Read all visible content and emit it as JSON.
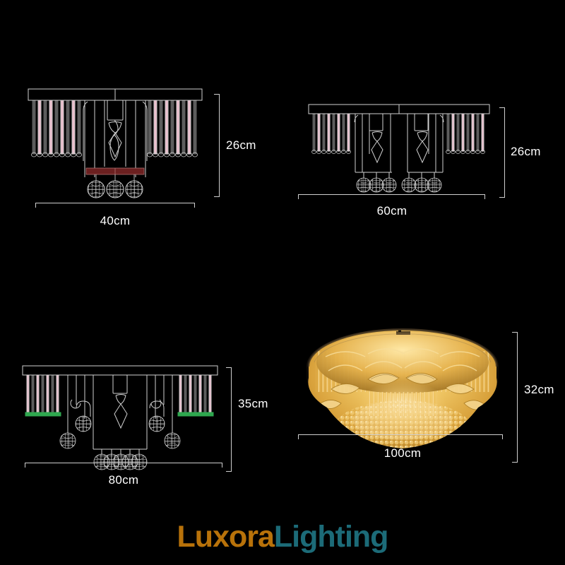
{
  "page": {
    "background_color": "#000000",
    "line_color": "#cfcfcf",
    "label_color": "#ffffff"
  },
  "variants": [
    {
      "id": "40cm",
      "width_label": "40cm",
      "height_label": "26cm",
      "render": "line-drawing",
      "bulbs": 1,
      "crystal_balls": 3,
      "rod_clusters": 2,
      "accent_bar_color": "#6b2020",
      "rod_color": "#e8b8c8"
    },
    {
      "id": "60cm",
      "width_label": "60cm",
      "height_label": "26cm",
      "render": "line-drawing",
      "bulbs": 2,
      "crystal_balls": 6,
      "rod_clusters": 2,
      "rod_color": "#e8b8c8"
    },
    {
      "id": "80cm",
      "width_label": "80cm",
      "height_label": "35cm",
      "render": "line-drawing",
      "bulbs": 1,
      "crystal_balls": 9,
      "rod_clusters": 2,
      "rod_color": "#e8b8c8",
      "accent_cap_color": "#2fa84f"
    },
    {
      "id": "100cm",
      "width_label": "100cm",
      "height_label": "32cm",
      "render": "photo",
      "crystal_color": "#e0a83a",
      "rim_color": "#1a1410"
    }
  ],
  "logo": {
    "part_one": "Luxora",
    "part_two": "Lighting",
    "color_one": "#b8720a",
    "color_two": "#1c6b78"
  }
}
